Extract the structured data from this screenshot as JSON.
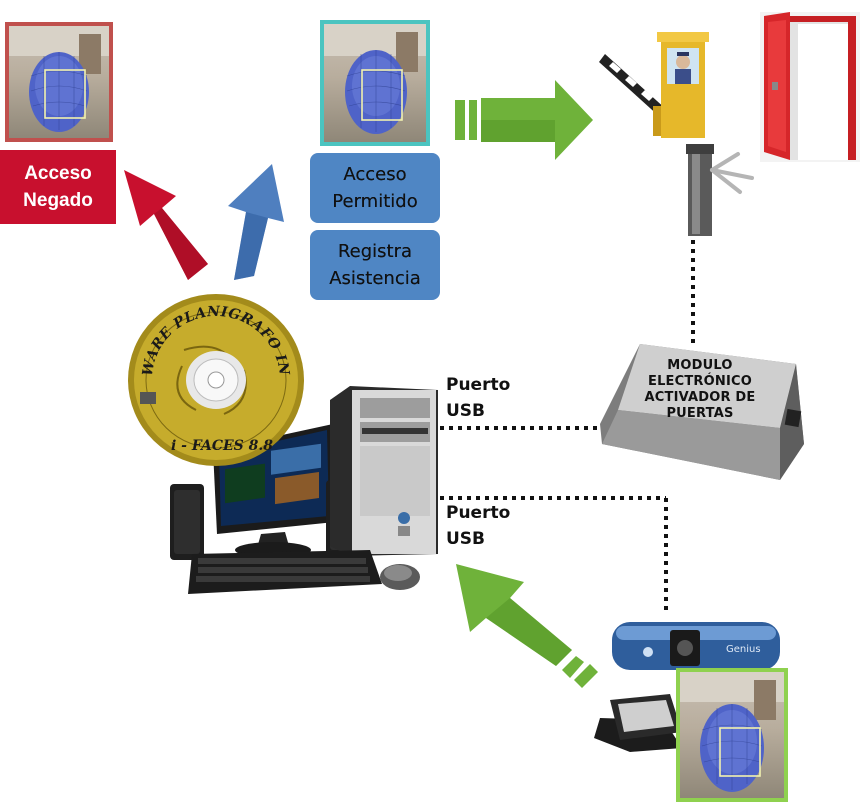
{
  "labels": {
    "denied": "Acceso\nNegado",
    "permitted": "Acceso\nPermitido",
    "attendance": "Registra\nAsistencia"
  },
  "ports": {
    "usb_top": "Puerto\nUSB",
    "usb_bottom": "Puerto\nUSB"
  },
  "module": {
    "label": "MODULO\nELECTRÓNICO\nACTIVADOR DE\nPUERTAS"
  },
  "software_cd": {
    "title": "SOFTWARE PLANIGRAFO INPDAT",
    "version": "i - FACES 8.8"
  },
  "webcam": {
    "brand": "Genius"
  },
  "colors": {
    "denied_red": "#c8102e",
    "permitted_blue": "#4f86c4",
    "flow_green": "#6fb23a",
    "denied_frame": "#c0504d",
    "permitted_frame": "#4bc4c0",
    "webcam_frame": "#8fd14f"
  }
}
